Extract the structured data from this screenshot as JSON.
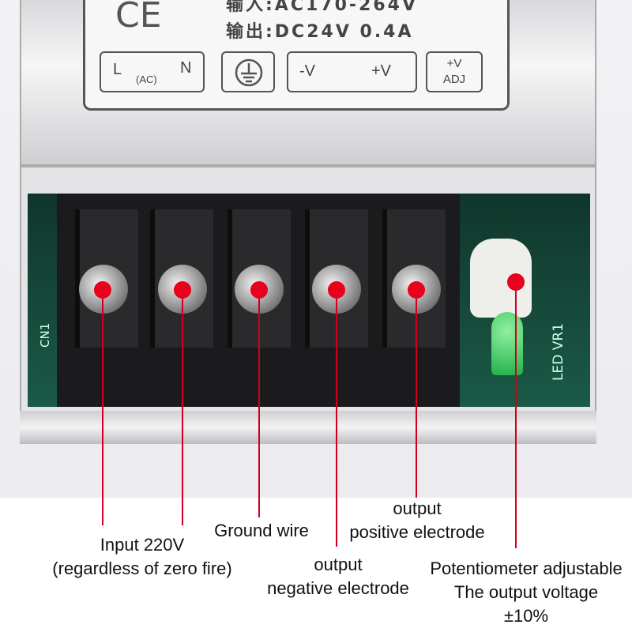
{
  "product_label": {
    "input_rating": "输入:AC170-264V",
    "output_rating": "输出:DC24V 0.4A",
    "ce_mark": "CE",
    "terminal_labels": {
      "l": "L",
      "ac": "(AC)",
      "n": "N",
      "minus_v": "-V",
      "plus_v": "+V",
      "adj_top": "+V",
      "adj_bottom": "ADJ"
    }
  },
  "pcb_markings": {
    "cn1": "CN1",
    "led_vr1": "LED VR1"
  },
  "annotations": [
    {
      "lines": [
        "Input 220V",
        "(regardless of zero fire)"
      ]
    },
    {
      "lines": [
        "Ground wire"
      ]
    },
    {
      "lines": [
        "output",
        "negative electrode"
      ]
    },
    {
      "lines": [
        "output",
        "positive electrode"
      ]
    },
    {
      "lines": [
        "Potentiometer adjustable",
        "The output voltage",
        "±10%"
      ]
    }
  ],
  "colors": {
    "marker": "#e8001c"
  }
}
